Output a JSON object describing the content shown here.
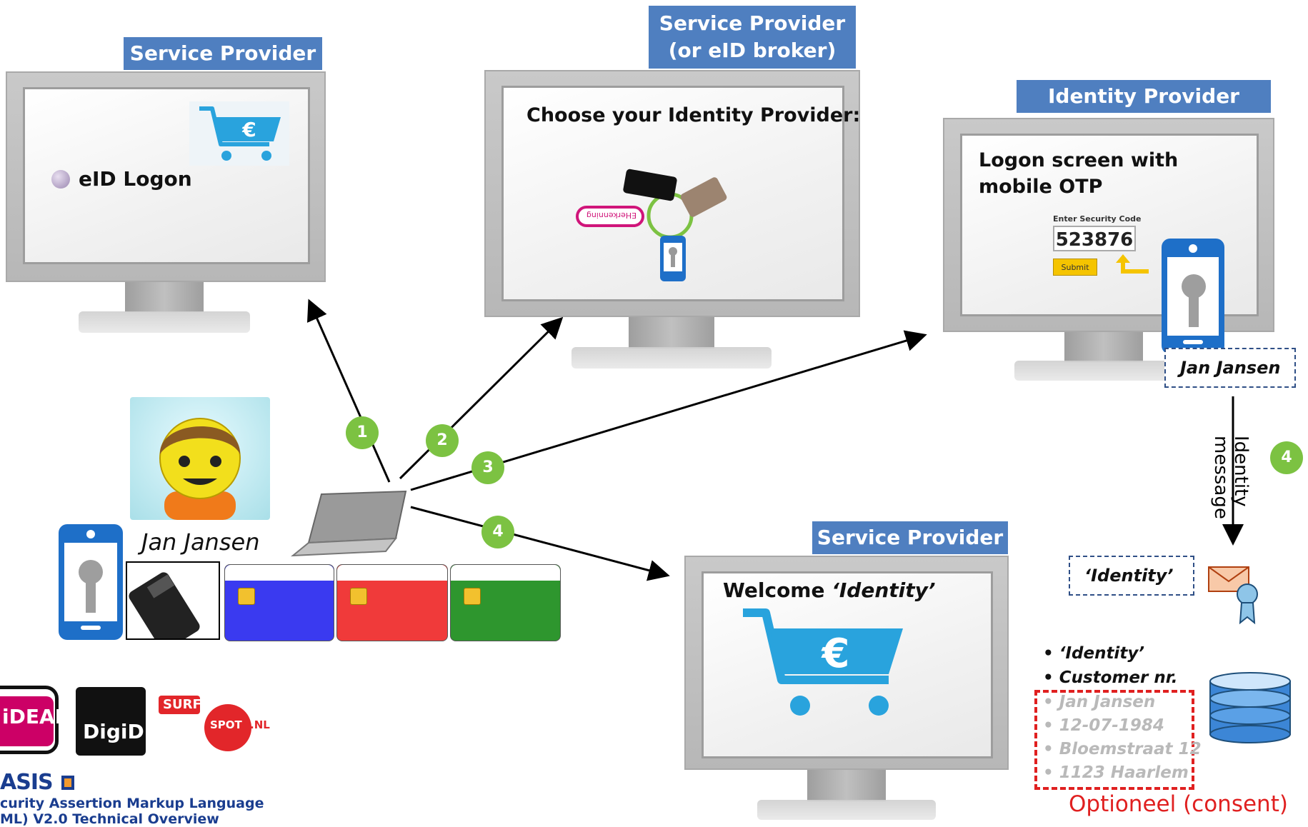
{
  "labels": {
    "sp_left": "Service Provider",
    "sp_center_line1": "Service Provider",
    "sp_center_line2": "(or eID broker)",
    "idp": "Identity Provider",
    "sp_bottom": "Service Provider"
  },
  "screens": {
    "left_logon": "eID Logon",
    "center_title": "Choose your Identity Provider:",
    "eherkenning_tag": "EHerkenning",
    "idp_title_line1": "Logon screen with",
    "idp_title_line2": "mobile OTP",
    "otp_caption": "Enter Security Code",
    "otp_code": "523876",
    "otp_submit": "Submit",
    "welcome_prefix": "Welcome ",
    "welcome_identity": "‘Identity’"
  },
  "user": {
    "name": "Jan Jansen",
    "idp_name": "Jan Jansen"
  },
  "steps": {
    "s1": "1",
    "s2": "2",
    "s3": "3",
    "s4": "4",
    "s4_right": "4"
  },
  "identity_message": {
    "line1": "Identity",
    "line2": "message",
    "token": "‘Identity’"
  },
  "attributes": {
    "bullets": [
      "• ‘Identity’",
      "• Customer nr."
    ],
    "optional": [
      "• Jan Jansen",
      "• 12-07-1984",
      "• Bloemstraat 12",
      "• 1123 Haarlem"
    ],
    "optional_caption": "Optioneel (consent)"
  },
  "logos": {
    "ideal": "iDEAL",
    "digid": "DigiD",
    "surf": "SURF",
    "spot": "SPOT",
    "nl": ".NL",
    "oasis": "ASIS",
    "oasis_line1": "curity Assertion Markup Language",
    "oasis_line2": "ML) V2.0 Technical Overview"
  },
  "colors": {
    "label_blue": "#4f7fc0",
    "step_green": "#7cc242",
    "card_blue": "#3a3af0",
    "card_red": "#f03a3a",
    "card_green": "#2e962e",
    "consent_red": "#e02020",
    "cart_blue": "#29a3dd"
  }
}
